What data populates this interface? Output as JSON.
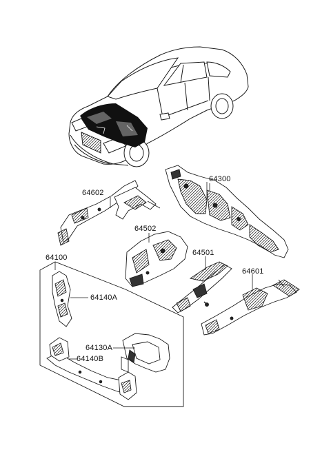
{
  "diagram": {
    "labels": {
      "p64300": "64300",
      "p64602": "64602",
      "p64502": "64502",
      "p64501": "64501",
      "p64601": "64601",
      "p64100": "64100",
      "p64140A": "64140A",
      "p64130A": "64130A",
      "p64140B": "64140B"
    },
    "colors": {
      "line": "#1a1a1a",
      "fill": "#ffffff",
      "shade": "#2b2b2b",
      "engine": "#111111"
    }
  }
}
